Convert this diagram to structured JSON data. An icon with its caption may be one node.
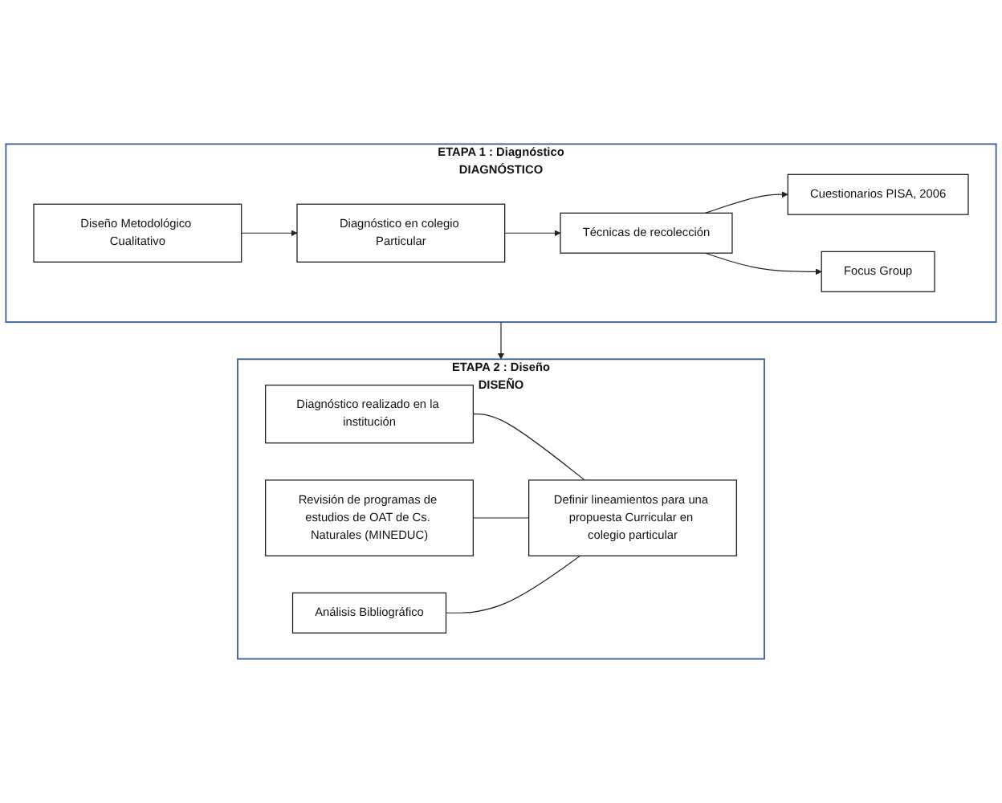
{
  "diagram": {
    "nodes": [
      {
        "text": [
          "ETAPA 1 : Diagnóstico",
          "DIAGNÓSTICO"
        ]
      },
      {
        "text": [
          "Diseño Metodológico Cualitativo"
        ],
        "in": 0
      },
      {
        "text": [
          "Diagnóstico en colegio Particular"
        ],
        "in": 0
      },
      {
        "text": [
          "Técnicas de recolección"
        ],
        "in": 0
      },
      {
        "text": [
          "Cuestionarios PISA, 2006"
        ],
        "in": 0
      },
      {
        "text": [
          "Focus Group"
        ],
        "in": 0
      },
      {
        "text": [
          "ETAPA 2 : Diseño",
          "DISEÑO"
        ]
      },
      {
        "text": [
          "Diagnóstico realizado en la institución"
        ],
        "in": 6
      },
      {
        "text": [
          "Revisión de programas de estudios de OAT de Cs. Naturales (MINEDUC)"
        ],
        "in": 6
      },
      {
        "text": [
          "Análisis Bibliográfico"
        ],
        "in": 6
      },
      {
        "text": [
          "Definir lineamientos para una propuesta Curricular en colegio particular"
        ],
        "in": 6
      }
    ],
    "edges": [
      {
        "from": 1,
        "to": 2,
        "arrow": "to"
      },
      {
        "from": 2,
        "to": 3,
        "arrow": "to"
      },
      {
        "from": 3,
        "to": 4,
        "arrow": "to"
      },
      {
        "from": 3,
        "to": 5,
        "arrow": "to"
      },
      {
        "from": 0,
        "to": 6,
        "arrow": "to"
      },
      {
        "from": 7,
        "to": 10,
        "arrow": "none"
      },
      {
        "from": 8,
        "to": 10,
        "arrow": "none"
      },
      {
        "from": 9,
        "to": 10,
        "arrow": "none"
      }
    ]
  }
}
